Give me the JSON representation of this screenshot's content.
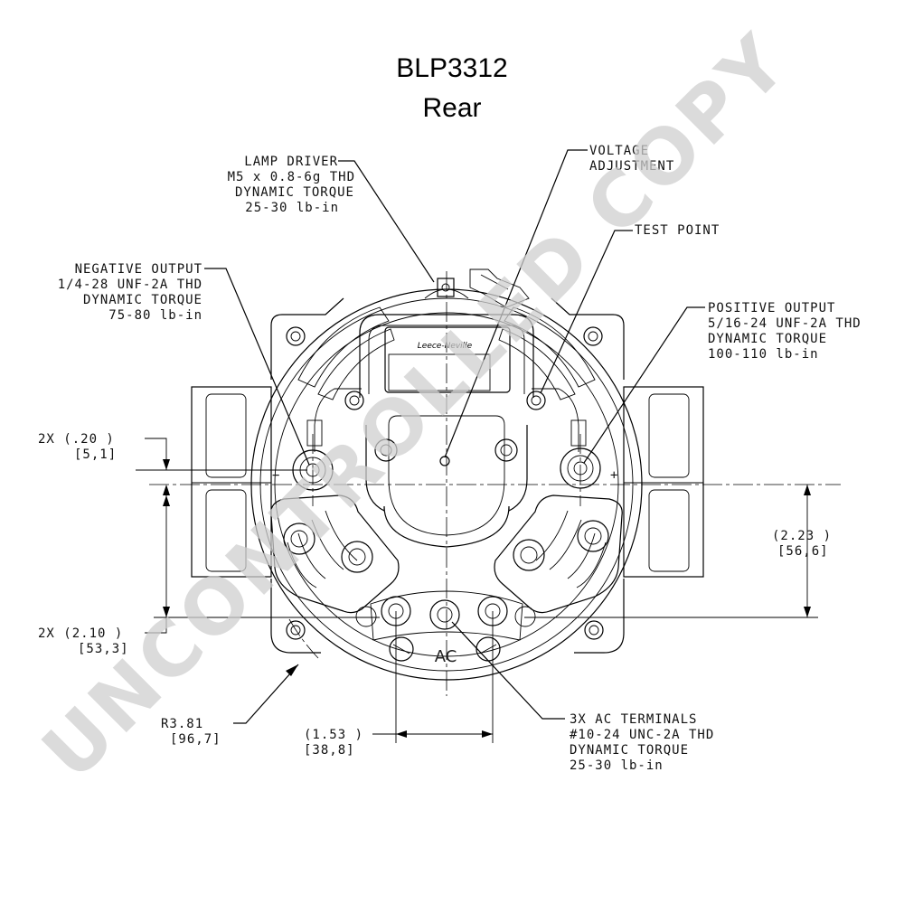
{
  "title": "BLP3312",
  "subtitle": "Rear",
  "watermark": "UNCONTROLLED COPY",
  "callouts": {
    "lamp_driver": [
      "LAMP DRIVER",
      "M5 x 0.8-6g THD",
      "DYNAMIC TORQUE",
      "25-30 lb-in"
    ],
    "voltage_adjustment": [
      "VOLTAGE",
      "ADJUSTMENT"
    ],
    "test_point": [
      "TEST POINT"
    ],
    "negative_output": [
      "NEGATIVE OUTPUT",
      "1/4-28 UNF-2A THD",
      "DYNAMIC TORQUE",
      "75-80 lb-in"
    ],
    "positive_output": [
      "POSITIVE OUTPUT",
      "5/16-24 UNF-2A THD",
      "DYNAMIC TORQUE",
      "100-110 lb-in"
    ],
    "ac_terminals": [
      "3X AC TERMINALS",
      "#10-24 UNC-2A THD",
      "DYNAMIC TORQUE",
      "25-30 lb-in"
    ]
  },
  "dimensions": {
    "dim_020": [
      "2X (.20   )",
      "[5,1]"
    ],
    "dim_210": [
      "2X (2.10   )",
      "[53,3]"
    ],
    "dim_223": [
      "(2.23   )",
      "[56,6]"
    ],
    "dim_153": [
      "(1.53   )",
      "[38,8]"
    ],
    "radius": [
      "R3.81",
      "[96,7]"
    ]
  },
  "body_marks": {
    "minus": "−",
    "plus": "+",
    "ac": "AC",
    "brand": "Leece-Neville"
  }
}
